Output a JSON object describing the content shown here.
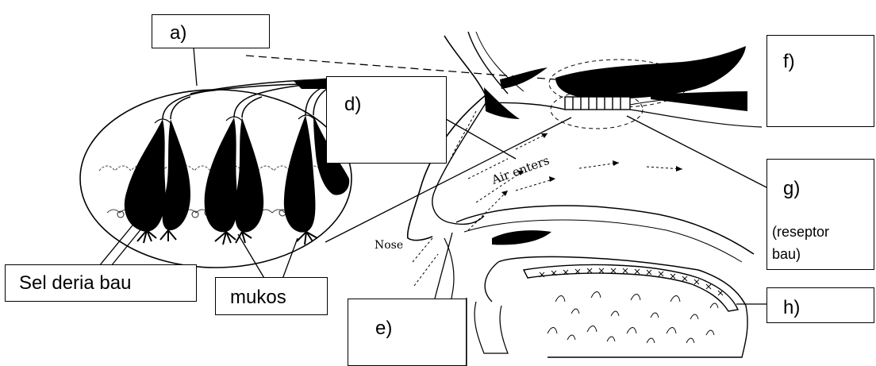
{
  "labels": {
    "a": "a)",
    "d": "d)",
    "e": "e)",
    "f": "f)",
    "g": "g)",
    "g_note_line1": "(reseptor",
    "g_note_line2": "bau)",
    "h": "h)",
    "sel_deria_bau": "Sel deria bau",
    "mukos": "mukos"
  },
  "diagram_text": {
    "air_enters": "Air enters",
    "nose": "Nose"
  }
}
